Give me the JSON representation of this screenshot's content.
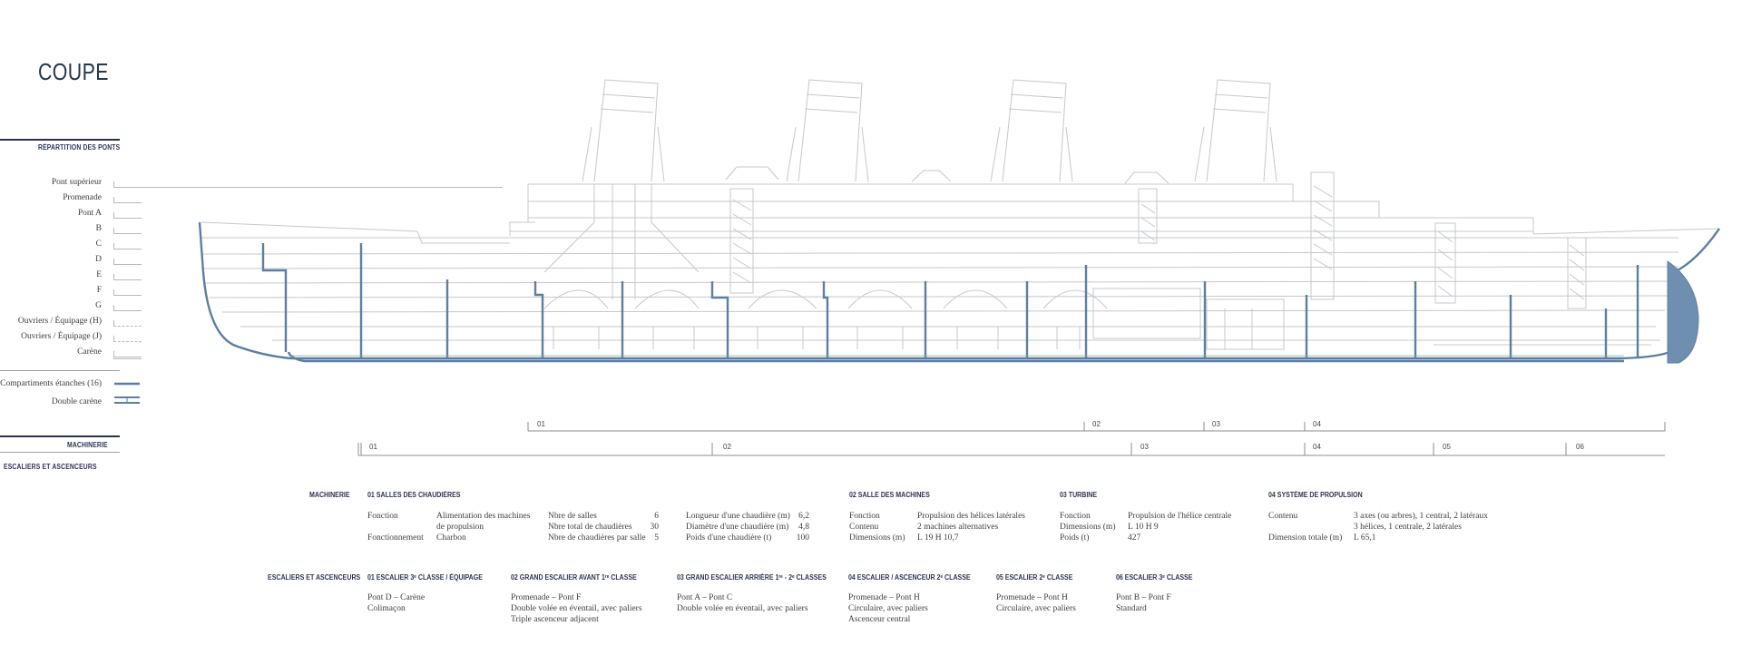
{
  "title": "COUPE",
  "colors": {
    "accent": "#5b7fa3",
    "heading": "#243550",
    "line": "#c4c8cc"
  },
  "decks": {
    "heading": "RÉPARTITION DES PONTS",
    "items": [
      "Pont supérieur",
      "Promenade",
      "Pont A",
      "B",
      "C",
      "D",
      "E",
      "F",
      "G",
      "Ouvriers / Équipage (H)",
      "Ouvriers / Équipage (J)",
      "Carène"
    ]
  },
  "legend": {
    "compartments": "Compartiments étanches (16)",
    "double_hull": "Double carène"
  },
  "ranges": {
    "machinery_heading": "MACHINERIE",
    "stairs_heading": "ESCALIERS ET ASCENCEURS",
    "machinery_labels": [
      "01",
      "02",
      "03",
      "04"
    ],
    "stairs_labels": [
      "01",
      "02",
      "03",
      "04",
      "05",
      "06"
    ]
  },
  "machinery": {
    "heading": "MACHINERIE",
    "boilers": {
      "title": "01 SALLES DES CHAUDIÈRES",
      "fonction_k": "Fonction",
      "fonction_v1": "Alimentation des machines",
      "fonction_v2": "de propulsion",
      "fonct_k": "Fonctionnement",
      "fonct_v": "Charbon",
      "stats": [
        {
          "k": "Nbre de salles",
          "v": "6"
        },
        {
          "k": "Nbre total de chaudières",
          "v": "30"
        },
        {
          "k": "Nbre de chaudières par salle",
          "v": "5"
        }
      ],
      "dims": [
        {
          "k": "Longueur d'une chaudière (m)",
          "v": "6,2"
        },
        {
          "k": "Diamètre d'une chaudière (m)",
          "v": "4,8"
        },
        {
          "k": "Poids d'une chaudière (t)",
          "v": "100"
        }
      ]
    },
    "engines": {
      "title": "02 SALLE DES MACHINES",
      "rows": [
        {
          "k": "Fonction",
          "v": "Propulsion des hélices latérales"
        },
        {
          "k": "Contenu",
          "v": "2 machines alternatives"
        },
        {
          "k": "Dimensions (m)",
          "v": "L 19   H 10,7"
        }
      ]
    },
    "turbine": {
      "title": "03 TURBINE",
      "rows": [
        {
          "k": "Fonction",
          "v": "Propulsion de l'hélice centrale"
        },
        {
          "k": "Dimensions (m)",
          "v": "L 10   H 9"
        },
        {
          "k": "Poids (t)",
          "v": "427"
        }
      ]
    },
    "propulsion": {
      "title": "04 SYSTÈME DE PROPULSION",
      "contenu_k": "Contenu",
      "contenu_v1": "3 axes (ou arbres), 1 central, 2 latéraux",
      "contenu_v2": "3 hélices, 1 centrale, 2 latérales",
      "dim_k": "Dimension totale (m)",
      "dim_v": "L 65,1"
    }
  },
  "stairs": {
    "heading": "ESCALIERS ET ASCENCEURS",
    "items": [
      {
        "title": "01 ESCALIER 3ᵉ CLASSE / ÉQUIPAGE",
        "lines": [
          "Pont D – Carène",
          "Colimaçon"
        ]
      },
      {
        "title": "02 GRAND ESCALIER AVANT 1ʳᵉ CLASSE",
        "lines": [
          "Promenade – Pont F",
          "Double volée en éventail, avec paliers",
          "Triple ascenceur adjacent"
        ]
      },
      {
        "title": "03 GRAND ESCALIER ARRIÈRE 1ʳᵉ - 2ᵉ CLASSES",
        "lines": [
          "Pont A – Pont C",
          "Double volée en éventail, avec paliers"
        ]
      },
      {
        "title": "04 ESCALIER / ASCENCEUR 2ᵉ CLASSE",
        "lines": [
          "Promenade – Pont H",
          "Circulaire, avec paliers",
          "Ascenceur central"
        ]
      },
      {
        "title": "05 ESCALIER 2ᵉ CLASSE",
        "lines": [
          "Promenade – Pont H",
          "Circulaire, avec paliers"
        ]
      },
      {
        "title": "06 ESCALIER 3ᵉ CLASSE",
        "lines": [
          "Pont B – Pont F",
          "Standard"
        ]
      }
    ]
  }
}
